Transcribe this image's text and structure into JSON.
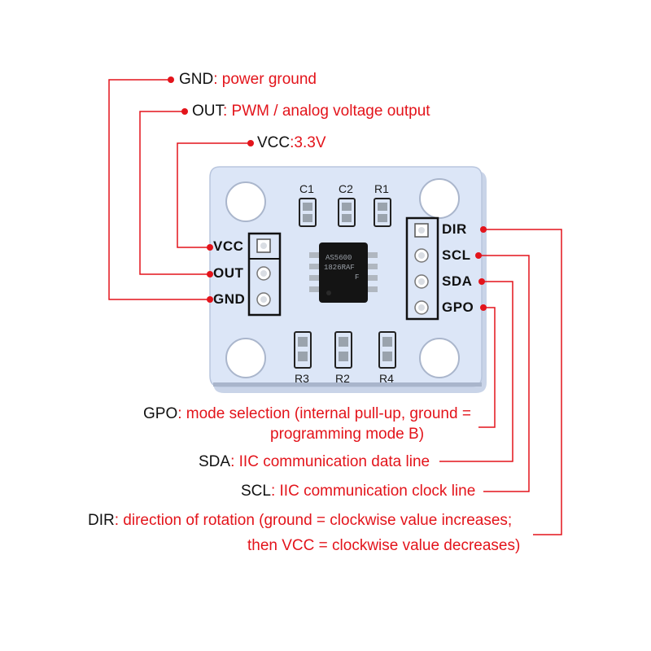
{
  "annotations": {
    "gnd": {
      "pin": "GND",
      "desc": ": power ground"
    },
    "out": {
      "pin": "OUT",
      "desc": ": PWM / analog voltage output"
    },
    "vcc": {
      "pin": "VCC",
      "desc": ":3.3V"
    },
    "gpo": {
      "pin": "GPO",
      "desc": ": mode selection (internal pull-up, ground =",
      "desc2": "programming mode B)"
    },
    "sda": {
      "pin": "SDA",
      "desc": ": IIC communication data line"
    },
    "scl": {
      "pin": "SCL",
      "desc": ": IIC communication clock line"
    },
    "dir": {
      "pin": "DIR",
      "desc": ": direction of rotation (ground = clockwise value increases;",
      "desc2": "then VCC = clockwise value decreases)"
    }
  },
  "board": {
    "left_pins": [
      "VCC",
      "OUT",
      "GND"
    ],
    "right_pins": [
      "DIR",
      "SCL",
      "SDA",
      "GPO"
    ],
    "top_components": [
      "C1",
      "C2",
      "R1"
    ],
    "bottom_components": [
      "R3",
      "R2",
      "R4"
    ],
    "chip_marking_1": "AS5600",
    "chip_marking_2": "1826RAF",
    "chip_marking_3": "F"
  },
  "colors": {
    "accent_red": "#e3141b",
    "board_fill": "#dce6f7",
    "text": "#111111"
  }
}
